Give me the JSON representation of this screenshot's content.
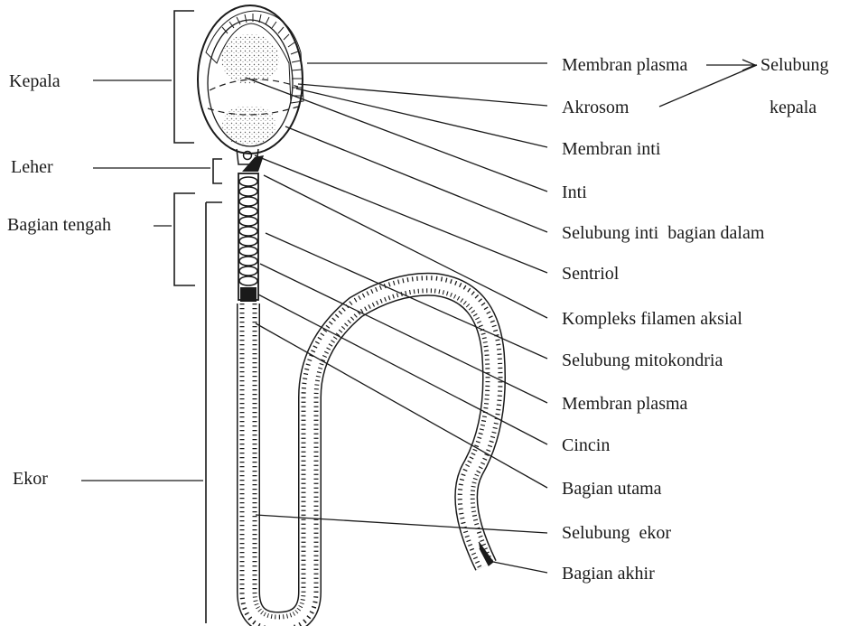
{
  "left_labels": {
    "head": "Kepala",
    "neck": "Leher",
    "midpiece": "Bagian tengah",
    "tail": "Ekor"
  },
  "right_labels": {
    "plasma_membrane_head": "Membran plasma",
    "acrosome": "Akrosom",
    "nuclear_membrane": "Membran inti",
    "nucleus": "Inti",
    "inner_nuclear_sheath": "Selubung inti  bagian dalam",
    "centriole": "Sentriol",
    "axial_filament_complex": "Kompleks filamen aksial",
    "mitochondrial_sheath": "Selubung mitokondria",
    "plasma_membrane_mid": "Membran plasma",
    "ring": "Cincin",
    "principal_piece": "Bagian utama",
    "tail_sheath": "Selubung  ekor",
    "end_piece": "Bagian akhir"
  },
  "group_label": {
    "line1": "Selubung",
    "line2": "kepala"
  }
}
